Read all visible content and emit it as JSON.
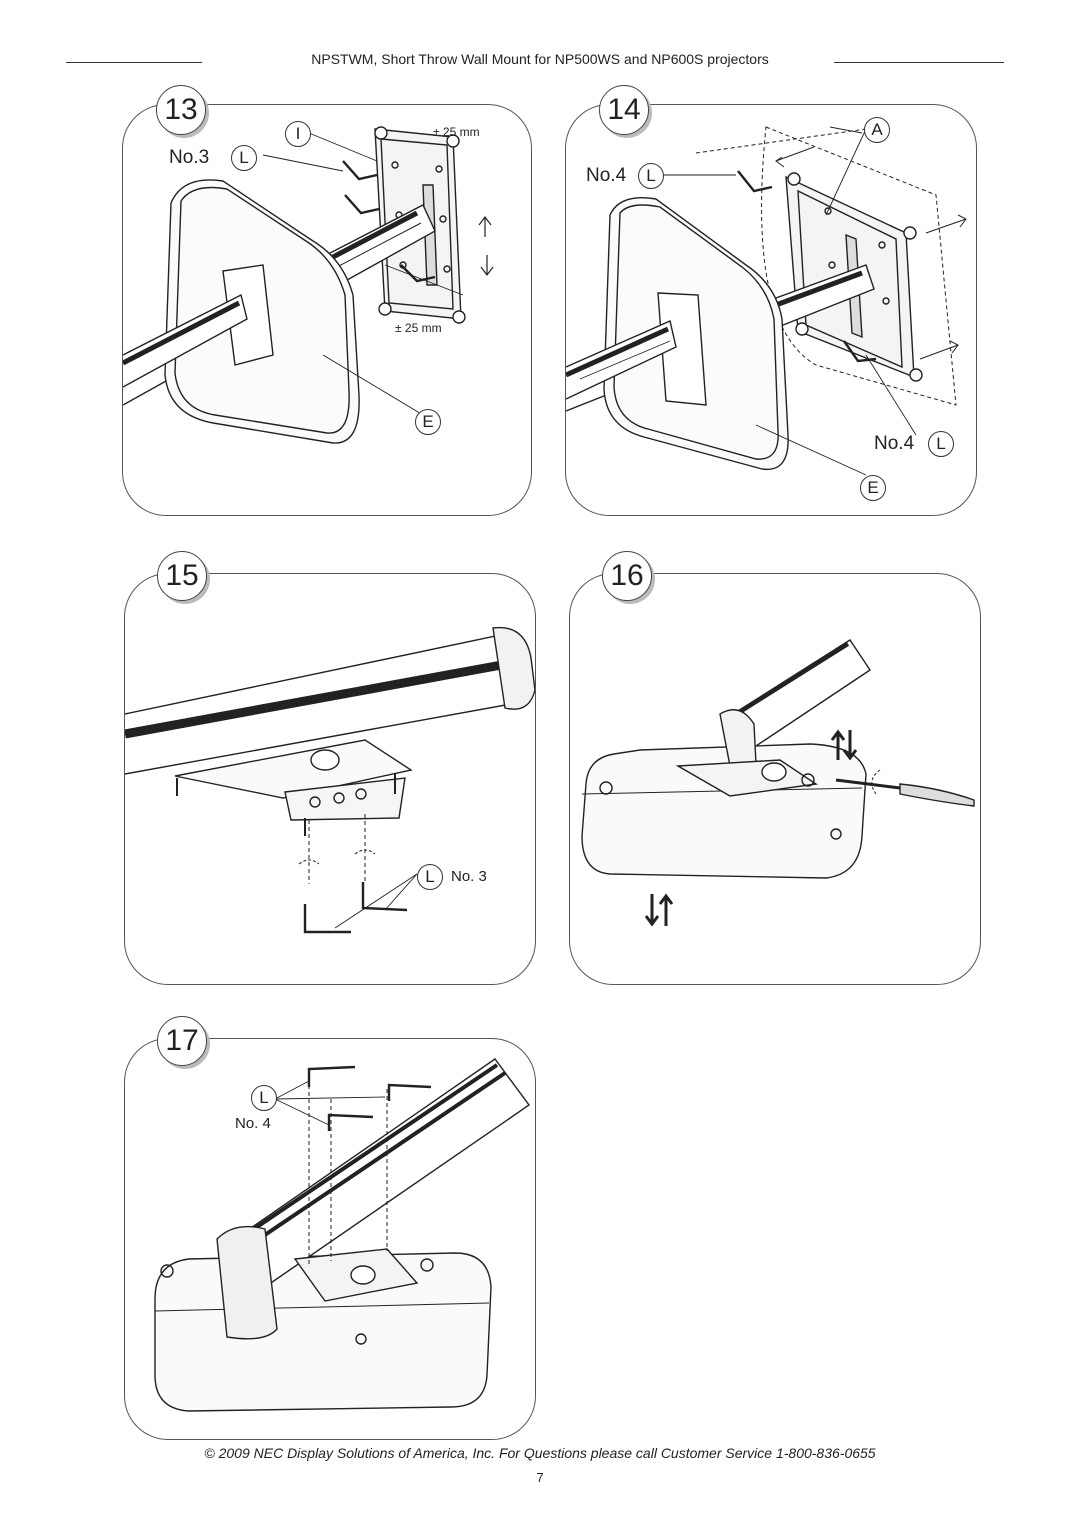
{
  "header": {
    "title": "NPSTWM, Short Throw Wall Mount for NP500WS and NP600S projectors"
  },
  "steps": [
    {
      "number": "13",
      "labels": {
        "tool": "No.3",
        "tool_letter": "L",
        "part_i": "I",
        "part_e": "E",
        "tol_top": "± 25 mm",
        "tol_bottom": "± 25 mm"
      }
    },
    {
      "number": "14",
      "labels": {
        "tool": "No.4",
        "tool_letter": "L",
        "tool2": "No.4",
        "tool2_letter": "L",
        "part_a": "A",
        "part_e": "E"
      }
    },
    {
      "number": "15",
      "labels": {
        "tool_letter": "L",
        "tool": "No. 3"
      }
    },
    {
      "number": "16",
      "labels": {}
    },
    {
      "number": "17",
      "labels": {
        "tool_letter": "L",
        "tool": "No. 4"
      }
    }
  ],
  "footer": {
    "text": "© 2009 NEC Display Solutions of America, Inc. For Questions please call Customer Service 1-800-836-0655"
  },
  "page_number": "7"
}
